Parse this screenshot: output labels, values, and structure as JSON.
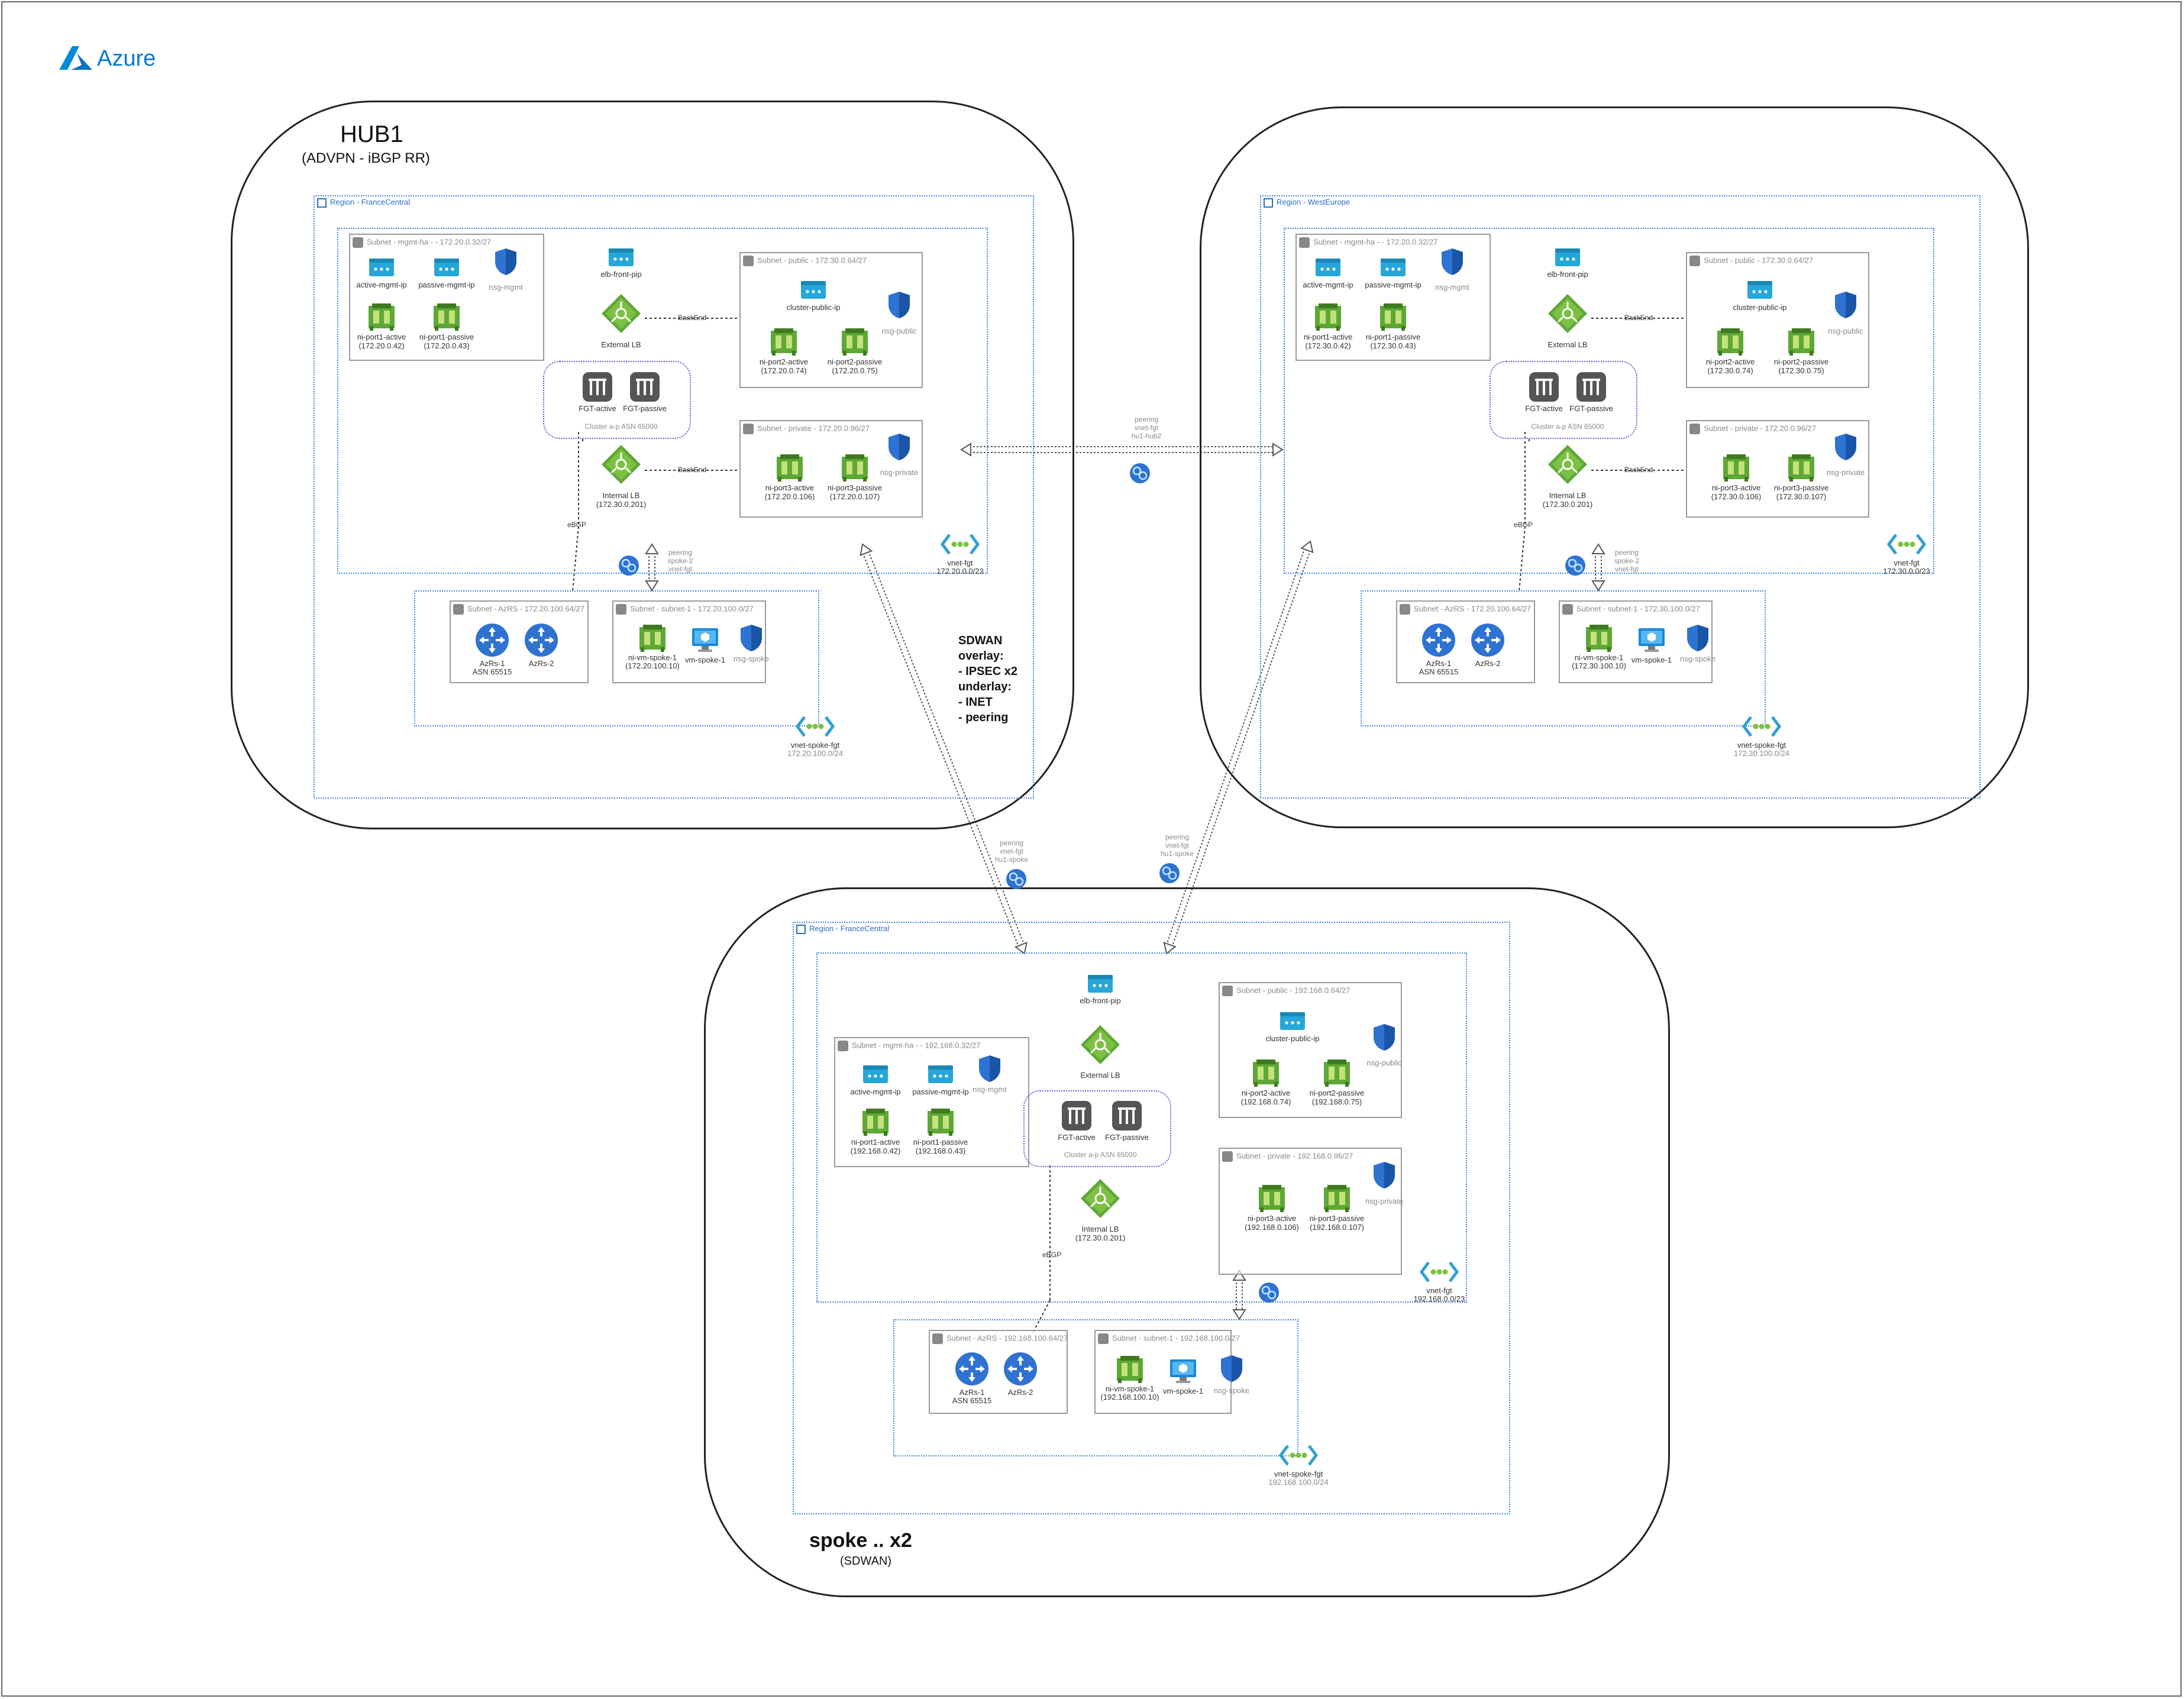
{
  "brand": {
    "name": "Azure",
    "color": "#0078d4"
  },
  "hub1": {
    "title": "HUB1",
    "subtitle": "(ADVPN - iBGP RR)",
    "region": "Region - FranceCentral",
    "mgmt_subnet": "Subnet - mgmt-ha - - 172.20.0.32/27",
    "public_subnet": "Subnet - public - 172.30.0.64/27",
    "private_subnet": "Subnet - private - 172.20.0.96/27",
    "azrs_subnet": "Subnet - AzRS - 172.20.100.64/27",
    "spoke_subnet": "Subnet - subnet-1 - 172.20.100.0/27",
    "active_mgmt_ip": "active-mgmt-ip",
    "passive_mgmt_ip": "passive-mgmt-ip",
    "ni_port1_active": "ni-port1-active",
    "ni_port1_active_ip": "(172.20.0.42)",
    "ni_port1_passive": "ni-port1-passive",
    "ni_port1_passive_ip": "(172.20.0.43)",
    "nsg_mgmt": "nsg-mgmt",
    "elb_front_pip": "elb-front-pip",
    "external_lb": "External LB",
    "backend": "BackEnd",
    "backend2": "BackEnd",
    "cluster_public_ip": "cluster-public-ip",
    "ni_port2_active": "ni-port2-active",
    "ni_port2_active_ip": "(172.20.0.74)",
    "ni_port2_passive": "ni-port2-passive",
    "ni_port2_passive_ip": "(172.20.0.75)",
    "nsg_public": "nsg-public",
    "fgt_active": "FGT-active",
    "fgt_passive": "FGT-passive",
    "cluster_asn": "Cluster a-p ASN 65000",
    "internal_lb": "Internal LB",
    "internal_lb_ip": "(172.30.0.201)",
    "ni_port3_active": "ni-port3-active",
    "ni_port3_active_ip": "(172.20.0.106)",
    "ni_port3_passive": "ni-port3-passive",
    "ni_port3_passive_ip": "(172.20.0.107)",
    "nsg_private": "nsg-private",
    "vnet_fgt": "vnet-fgt",
    "vnet_fgt_cidr": "172.20.0.0/23",
    "ebgp": "eBGP",
    "peering": "peering",
    "peering_l2": "spoke-2",
    "peering_l3": "vnet-fgt",
    "azrs1": "AzRs-1",
    "azrs1_asn": "ASN 65515",
    "azrs2": "AzRs-2",
    "ni_vm_spoke": "ni-vm-spoke-1",
    "ni_vm_spoke_ip": "(172.20.100.10)",
    "vm_spoke": "vm-spoke-1",
    "nsg_spoke": "nsg-spoke",
    "vnet_spoke": "vnet-spoke-fgt",
    "vnet_spoke_cidr": "172.20.100.0/24"
  },
  "hub2": {
    "region": "Region - WestEurope",
    "mgmt_subnet": "Subnet - mgmt-ha - - 172.20.0.32/27",
    "public_subnet": "Subnet - public - 172.30.0.64/27",
    "private_subnet": "Subnet - private - 172.20.0.96/27",
    "azrs_subnet": "Subnet - AzRS - 172.20.100.64/27",
    "spoke_subnet": "Subnet - subnet-1 - 172.30.100.0/27",
    "active_mgmt_ip": "active-mgmt-ip",
    "passive_mgmt_ip": "passive-mgmt-ip",
    "ni_port1_active": "ni-port1-active",
    "ni_port1_active_ip": "(172.30.0.42)",
    "ni_port1_passive": "ni-port1-passive",
    "ni_port1_passive_ip": "(172.30.0.43)",
    "nsg_mgmt": "nsg-mgmt",
    "elb_front_pip": "elb-front-pip",
    "external_lb": "External LB",
    "backend": "BackEnd",
    "backend2": "BackEnd",
    "cluster_public_ip": "cluster-public-ip",
    "ni_port2_active": "ni-port2-active",
    "ni_port2_active_ip": "(172.30.0.74)",
    "ni_port2_passive": "ni-port2-passive",
    "ni_port2_passive_ip": "(172.30.0.75)",
    "nsg_public": "nsg-public",
    "fgt_active": "FGT-active",
    "fgt_passive": "FGT-passive",
    "cluster_asn": "Cluster a-p ASN 65000",
    "internal_lb": "Internal LB",
    "internal_lb_ip": "(172.30.0.201)",
    "ni_port3_active": "ni-port3-active",
    "ni_port3_active_ip": "(172.30.0.106)",
    "ni_port3_passive": "ni-port3-passive",
    "ni_port3_passive_ip": "(172.30.0.107)",
    "nsg_private": "nsg-private",
    "vnet_fgt": "vnet-fgt",
    "vnet_fgt_cidr": "172.30.0.0/23",
    "ebgp": "eBGP",
    "peering": "peering",
    "peering_l2": "spoke-2",
    "peering_l3": "vnet-fgt",
    "azrs1": "AzRs-1",
    "azrs1_asn": "ASN 65515",
    "azrs2": "AzRs-2",
    "ni_vm_spoke": "ni-vm-spoke-1",
    "ni_vm_spoke_ip": "(172.30.100.10)",
    "vm_spoke": "vm-spoke-1",
    "nsg_spoke": "nsg-spoke",
    "vnet_spoke": "vnet-spoke-fgt",
    "vnet_spoke_cidr": "172.30.100.0/24"
  },
  "spoke": {
    "title": "spoke .. x2",
    "subtitle": "(SDWAN)",
    "region": "Region - FranceCentral",
    "mgmt_subnet": "Subnet - mgmt-ha - - 192.168.0.32/27",
    "public_subnet": "Subnet - public - 192.168.0.64/27",
    "private_subnet": "Subnet - private - 192.168.0.96/27",
    "azrs_subnet": "Subnet - AzRS - 192.168.100.64/27",
    "spoke_subnet": "Subnet - subnet-1 - 192.168.100.0/27",
    "active_mgmt_ip": "active-mgmt-ip",
    "passive_mgmt_ip": "passive-mgmt-ip",
    "ni_port1_active": "ni-port1-active",
    "ni_port1_active_ip": "(192.168.0.42)",
    "ni_port1_passive": "ni-port1-passive",
    "ni_port1_passive_ip": "(192.168.0.43)",
    "nsg_mgmt": "nsg-mgmt",
    "elb_front_pip": "elb-front-pip",
    "external_lb": "External LB",
    "cluster_public_ip": "cluster-public-ip",
    "ni_port2_active": "ni-port2-active",
    "ni_port2_active_ip": "(192.168.0.74)",
    "ni_port2_passive": "ni-port2-passive",
    "ni_port2_passive_ip": "(192.168.0.75)",
    "nsg_public": "nsg-public",
    "fgt_active": "FGT-active",
    "fgt_passive": "FGT-passive",
    "cluster_asn": "Cluster a-p ASN 65000",
    "internal_lb": "Internal LB",
    "internal_lb_ip": "(172.30.0.201)",
    "ni_port3_active": "ni-port3-active",
    "ni_port3_active_ip": "(192.168.0.106)",
    "ni_port3_passive": "ni-port3-passive",
    "ni_port3_passive_ip": "(192.168.0.107)",
    "nsg_private": "nsg-private",
    "vnet_fgt": "vnet-fgt",
    "vnet_fgt_cidr": "192.168.0.0/23",
    "ebgp": "eBGP",
    "azrs1": "AzRs-1",
    "azrs1_asn": "ASN 65515",
    "azrs2": "AzRs-2",
    "ni_vm_spoke": "ni-vm-spoke-1",
    "ni_vm_spoke_ip": "(192.168.100.10)",
    "vm_spoke": "vm-spoke-1",
    "nsg_spoke": "nsg-spoke",
    "vnet_spoke": "vnet-spoke-fgt",
    "vnet_spoke_cidr": "192.168.100.0/24"
  },
  "links": {
    "hub_peering": [
      "peering",
      "vnet-fgt",
      "hu1-hub2"
    ],
    "hub1_spoke_peering": [
      "peering",
      "vnet-fgt",
      "hu1-spoke"
    ],
    "hub2_spoke_peering": [
      "peering",
      "vnet-fgt",
      "hu1-spoke"
    ],
    "sdwan": "SDWAN\noverlay:\n- IPSEC x2\nunderlay:\n- INET\n- peering"
  }
}
